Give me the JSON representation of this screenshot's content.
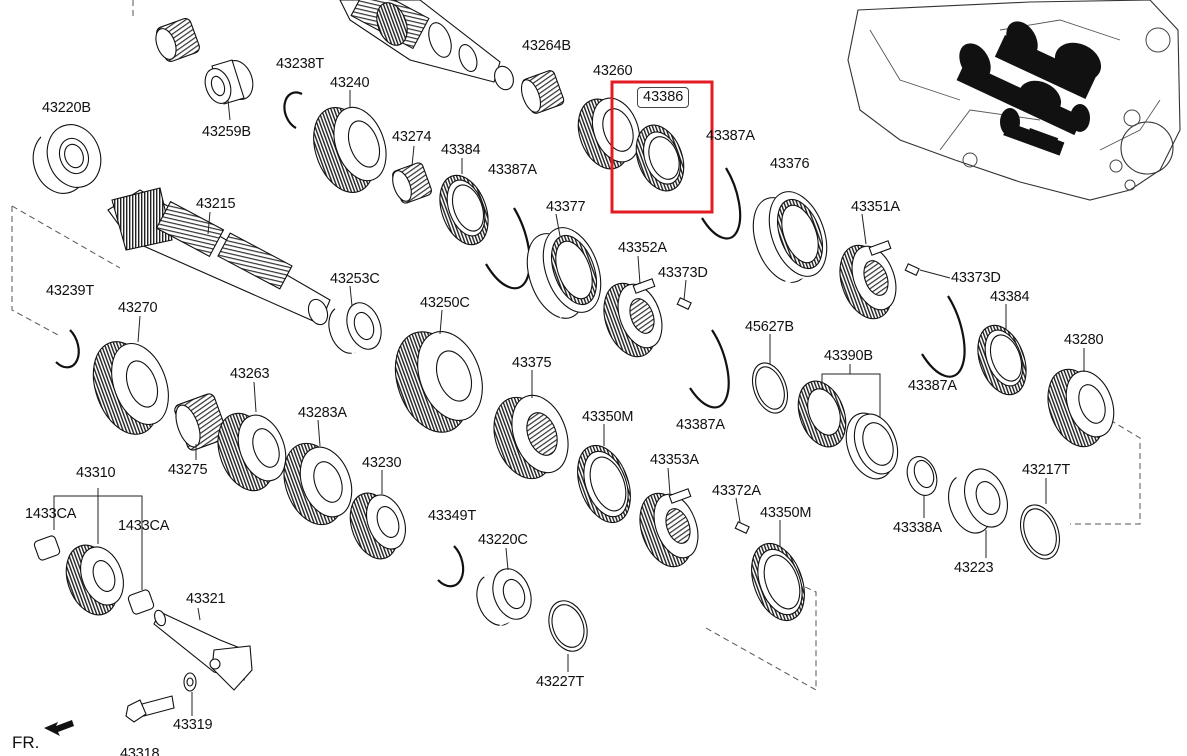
{
  "highlight": {
    "part": "43386",
    "color": "#e31b23"
  },
  "direction": {
    "text": "FR."
  },
  "labels": {
    "l43238T": "43238T",
    "l43259B": "43259B",
    "l43240": "43240",
    "l43264B": "43264B",
    "l43260": "43260",
    "l43387A_1": "43387A",
    "l43220B": "43220B",
    "l43274": "43274",
    "l43384_1": "43384",
    "l43387A_2": "43387A",
    "l43376": "43376",
    "l43215": "43215",
    "l43377": "43377",
    "l43351A": "43351A",
    "l43352A": "43352A",
    "l43373D_1": "43373D",
    "l43373D_2": "43373D",
    "l43239T": "43239T",
    "l43253C": "43253C",
    "l43384_2": "43384",
    "l43270": "43270",
    "l43250C": "43250C",
    "l45627B": "45627B",
    "l43280": "43280",
    "l43390B": "43390B",
    "l43387A_3": "43387A",
    "l43375": "43375",
    "l43263": "43263",
    "l43283A": "43283A",
    "l43350M_1": "43350M",
    "l43387A_4": "43387A",
    "l43275": "43275",
    "l43230": "43230",
    "l43353A": "43353A",
    "l43310": "43310",
    "l43217T": "43217T",
    "l43372A": "43372A",
    "l43338A": "43338A",
    "l1433CA_1": "1433CA",
    "l1433CA_2": "1433CA",
    "l43349T": "43349T",
    "l43350M_2": "43350M",
    "l43220C": "43220C",
    "l43223": "43223",
    "l43321": "43321",
    "l43227T": "43227T",
    "l43319": "43319",
    "l43318": "43318"
  }
}
